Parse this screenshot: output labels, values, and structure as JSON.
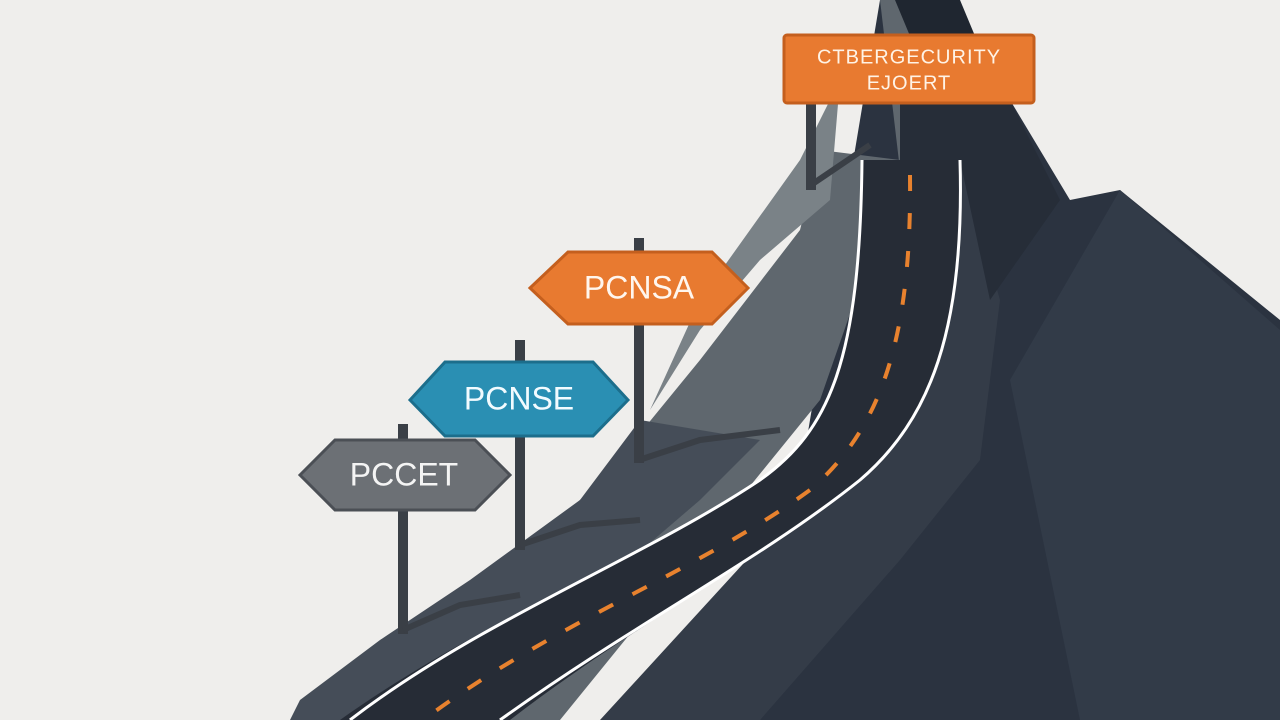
{
  "colors": {
    "background": "#efeeec",
    "mountain_dark": "#2b3340",
    "mountain_mid": "#3b4452",
    "mountain_light": "#5b636b",
    "mountain_pale": "#7b8388",
    "road": "#262c36",
    "road_edge": "#ffffff",
    "road_dash": "#e8822e",
    "orange": "#e87a30",
    "blue": "#2a8fb3",
    "gray": "#6c7075",
    "pole": "#3a3f46"
  },
  "signs": {
    "expert": {
      "line1": "CTBERGECURITY",
      "line2": "EJOERT",
      "color": "orange",
      "icon": "rectangular-sign-icon"
    },
    "pcnsa": {
      "label": "PCNSA",
      "color": "orange",
      "icon": "arrow-sign-icon"
    },
    "pcnse": {
      "label": "PCNSE",
      "color": "blue",
      "icon": "arrow-sign-icon"
    },
    "pccet": {
      "label": "PCCET",
      "color": "gray",
      "icon": "arrow-sign-icon"
    }
  }
}
